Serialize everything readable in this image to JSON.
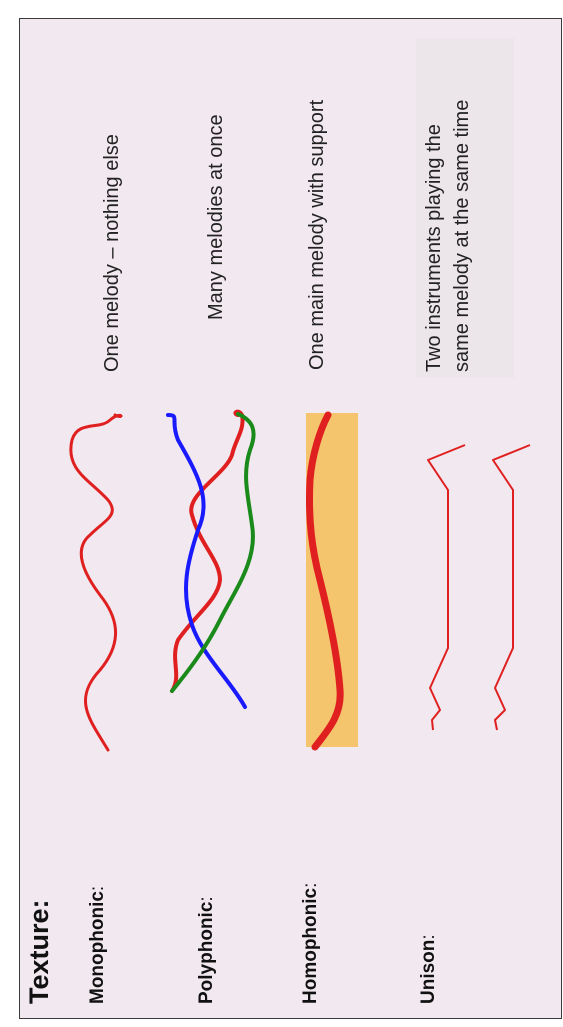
{
  "title": "Texture:",
  "rows": [
    {
      "term": "Monophonic",
      "colon": ":",
      "description": "One melody – nothing else"
    },
    {
      "term": "Polyphonic",
      "colon": ":",
      "description": "Many melodies at once"
    },
    {
      "term": "Homophonic",
      "colon": ":",
      "description": "One main melody with support"
    },
    {
      "term": "Unison",
      "colon": ":",
      "description_lines": [
        "Two instruments playing the",
        "same melody at the same time"
      ]
    }
  ],
  "colors": {
    "background": "#f2e8ef",
    "border": "#3a3a3a",
    "red": "#e02020",
    "blue": "#1a1aff",
    "green": "#1a8a1a",
    "support": "#f5c56e"
  }
}
